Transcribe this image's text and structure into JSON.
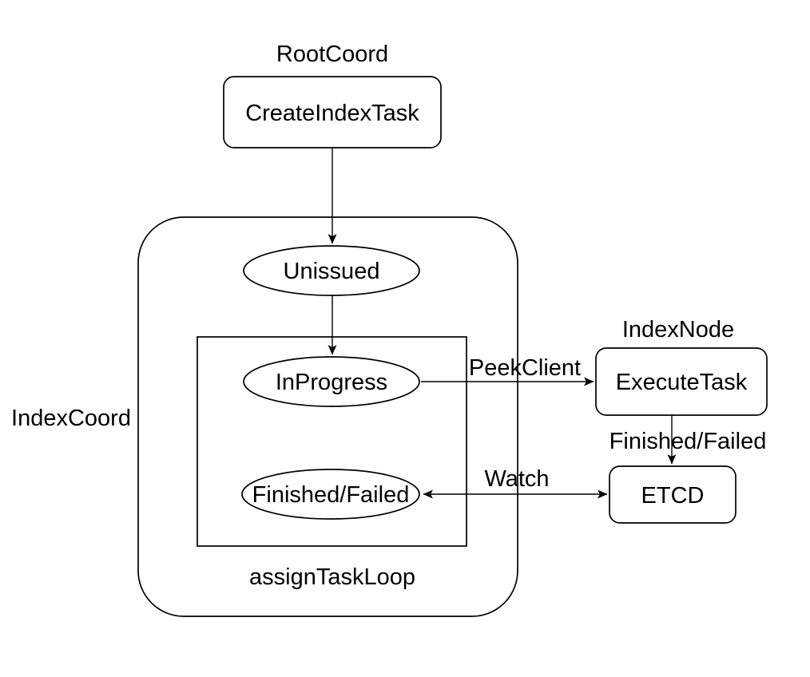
{
  "page": {
    "background": "#ffffff"
  },
  "diagram": {
    "colors": {
      "stroke": "#000000",
      "node_fill": "#ffffff",
      "text": "#000000"
    },
    "group_labels": {
      "root_coord": "RootCoord",
      "index_coord": "IndexCoord",
      "index_node": "IndexNode",
      "assign_task_loop": "assignTaskLoop"
    },
    "nodes": {
      "create_index_task": "CreateIndexTask",
      "unissued": "Unissued",
      "in_progress": "InProgress",
      "finished_failed": "Finished/Failed",
      "execute_task": "ExecuteTask",
      "etcd": "ETCD"
    },
    "edge_labels": {
      "peek_client": "PeekClient",
      "finished_failed": "Finished/Failed",
      "watch": "Watch"
    }
  }
}
